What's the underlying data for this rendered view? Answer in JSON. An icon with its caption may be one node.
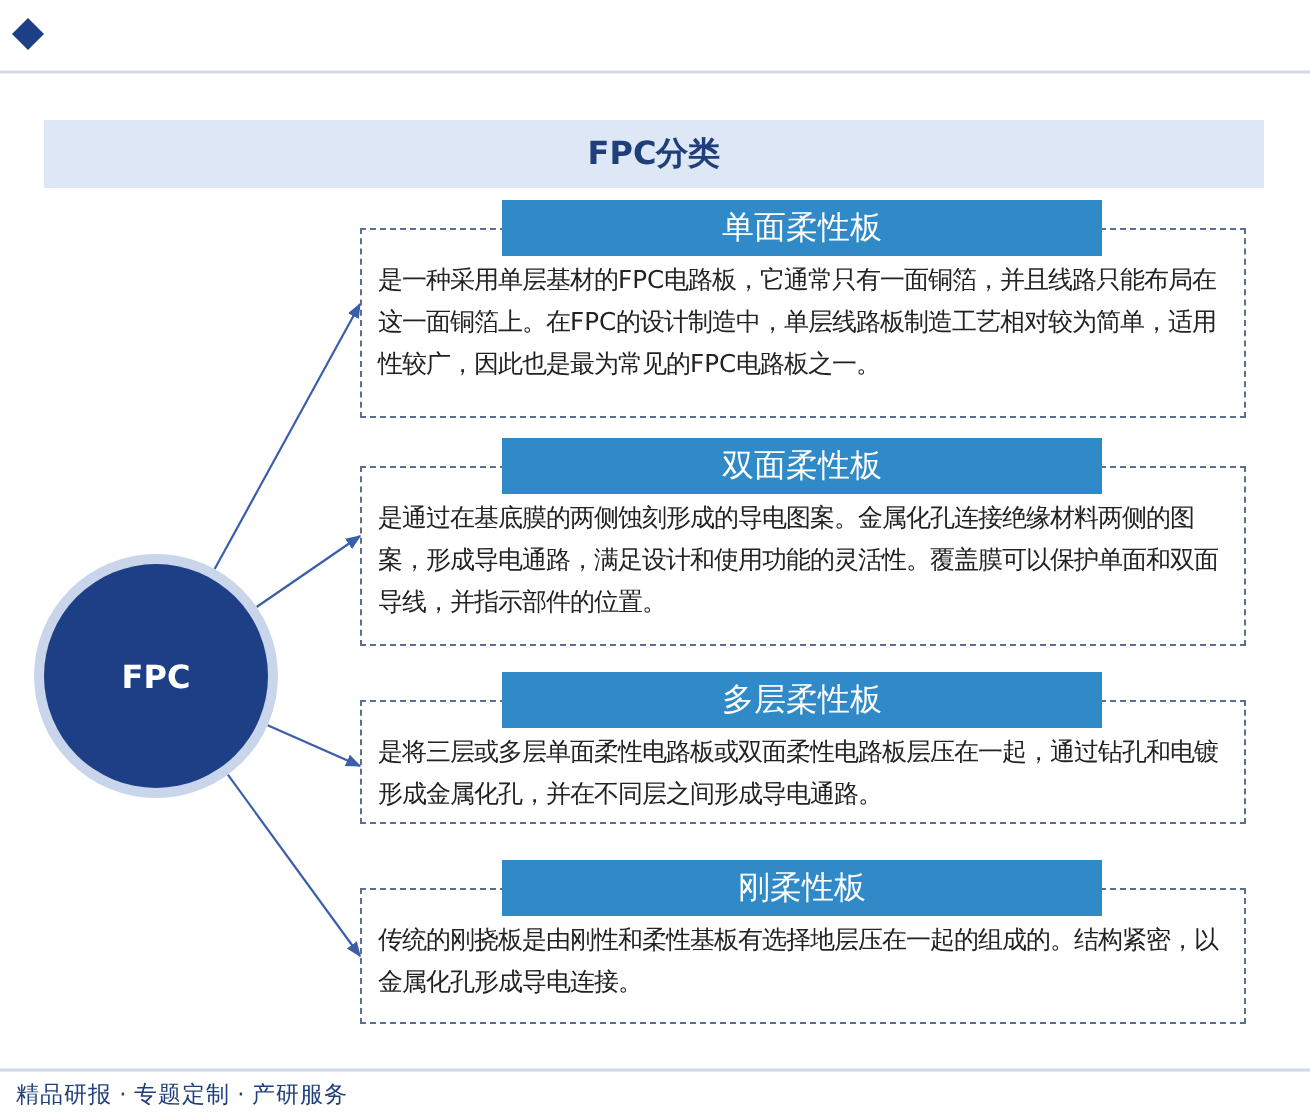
{
  "diagram": {
    "title": "FPC分类",
    "nodes": [
      {
        "text": [
          "FPC"
        ]
      },
      {
        "text": [
          "单面柔性板",
          "是一种采用单层基材的FPC电路板，它通常只有一面铜箔，并且线路只能布局在这一面铜箔上。在FPC的设计制造中，单层线路板制造工艺相对较为简单，适用性较广，因此也是最为常见的FPC电路板之一。"
        ]
      },
      {
        "text": [
          "双面柔性板",
          "是通过在基底膜的两侧蚀刻形成的导电图案。金属化孔连接绝缘材料两侧的图案，形成导电通路，满足设计和使用功能的灵活性。覆盖膜可以保护单面和双面导线，并指示部件的位置。"
        ]
      },
      {
        "text": [
          "多层柔性板",
          "是将三层或多层单面柔性电路板或双面柔性电路板层压在一起，通过钻孔和电镀形成金属化孔，并在不同层之间形成导电通路。"
        ]
      },
      {
        "text": [
          "刚柔性板",
          "传统的刚挠板是由刚性和柔性基板有选择地层压在一起的组成的。结构紧密，以金属化孔形成导电连接。"
        ]
      }
    ],
    "edges": [
      {
        "from": 0,
        "to": 1,
        "arrow": "to"
      },
      {
        "from": 0,
        "to": 2,
        "arrow": "to"
      },
      {
        "from": 0,
        "to": 3,
        "arrow": "to"
      },
      {
        "from": 0,
        "to": 4,
        "arrow": "to"
      }
    ],
    "labels": [
      "精品研报 · 专题定制 · 产研服务"
    ]
  }
}
